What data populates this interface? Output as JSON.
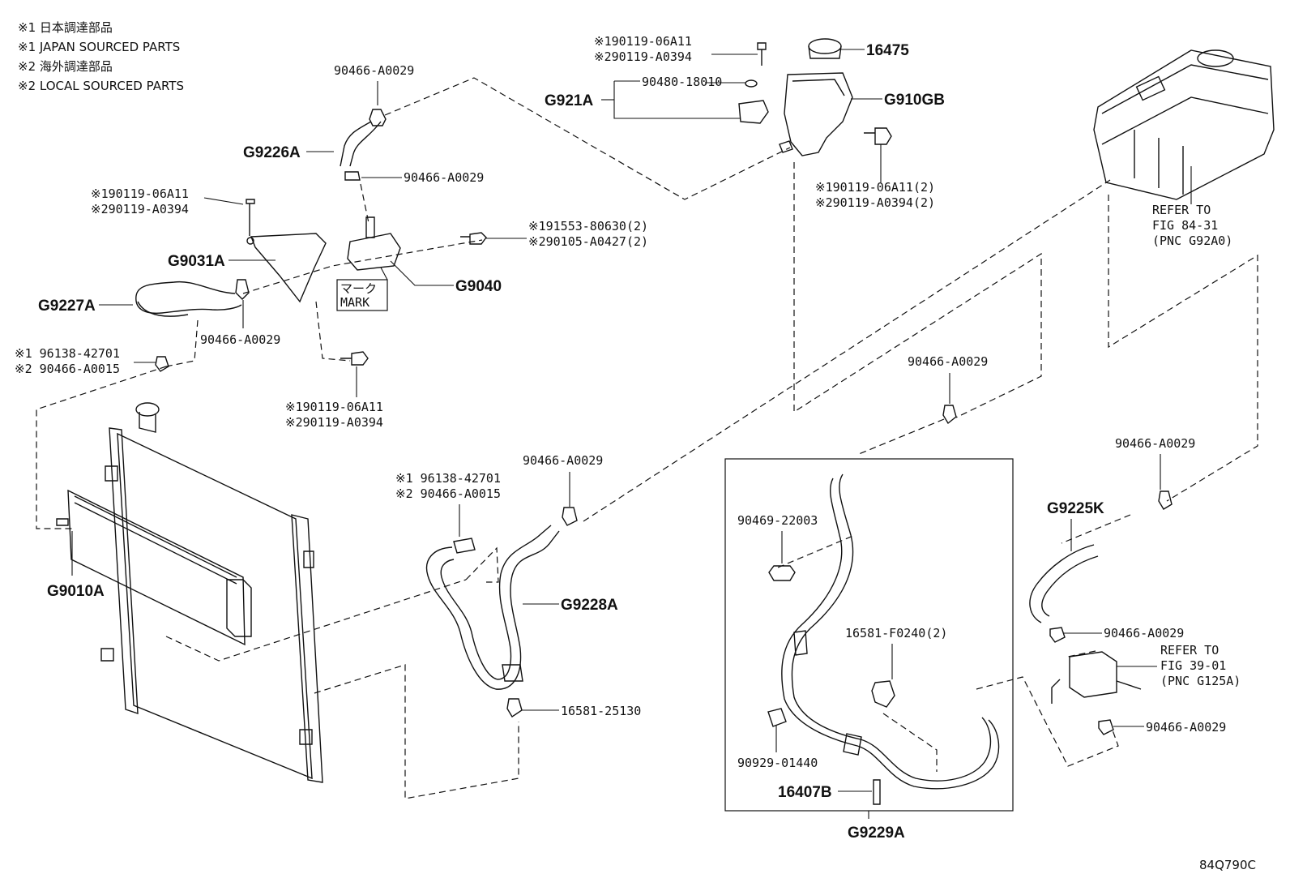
{
  "notes": [
    "※1 日本調達部品",
    "※1 JAPAN SOURCED PARTS",
    "※2 海外調達部品",
    "※2 LOCAL SOURCED PARTS"
  ],
  "labels": {
    "clamp_upper_top": "90466-A0029",
    "hose_g9226a": "G9226A",
    "clamp_upper_mid": "90466-A0029",
    "bolt_bracket_1": "※190119-06A11",
    "bolt_bracket_2": "※290119-A0394",
    "bracket_g9031a": "G9031A",
    "bolt_valve_1": "※191553-80630(2)",
    "bolt_valve_2": "※290105-A0427(2)",
    "valve_g9040": "G9040",
    "mark_jp": "マーク",
    "mark_en": "MARK",
    "hose_g9227a": "G9227A",
    "clamp_left": "90466-A0029",
    "clip_left_1": "※1 96138-42701",
    "clip_left_2": "※2 90466-A0015",
    "bolt_lower_1": "※190119-06A11",
    "bolt_lower_2": "※290119-A0394",
    "tank_bolt_1": "※190119-06A11",
    "tank_bolt_2": "※290119-A0394",
    "cap_16475": "16475",
    "gasket": "90480-18010",
    "bracket_g921a": "G921A",
    "tank_g910gb": "G910GB",
    "tank_side_bolt_1": "※190119-06A11(2)",
    "tank_side_bolt_2": "※290119-A0394(2)",
    "refer_inverter_1": "REFER TO",
    "refer_inverter_2": "FIG 84-31",
    "refer_inverter_3": "(PNC G92A0)",
    "clamp_mid_right": "90466-A0029",
    "radiator_g9010a": "G9010A",
    "clip_mid_1": "※1 96138-42701",
    "clip_mid_2": "※2 90466-A0015",
    "clamp_mid": "90466-A0029",
    "hose_g9228a": "G9228A",
    "clamp_16581": "16581-25130",
    "clamp_right_top": "90466-A0029",
    "hose_g9225k": "G9225K",
    "clamp_right_mid": "90466-A0029",
    "refer_cooler_1": "REFER TO",
    "refer_cooler_2": "FIG 39-01",
    "refer_cooler_3": "(PNC G125A)",
    "clamp_right_low": "90466-A0029",
    "clamp_90469": "90469-22003",
    "clamp_16581_f": "16581-F0240(2)",
    "clamp_90929": "90929-01440",
    "plug_16407b": "16407B",
    "hose_g9229a": "G9229A",
    "drawing_code": "84Q790C"
  }
}
